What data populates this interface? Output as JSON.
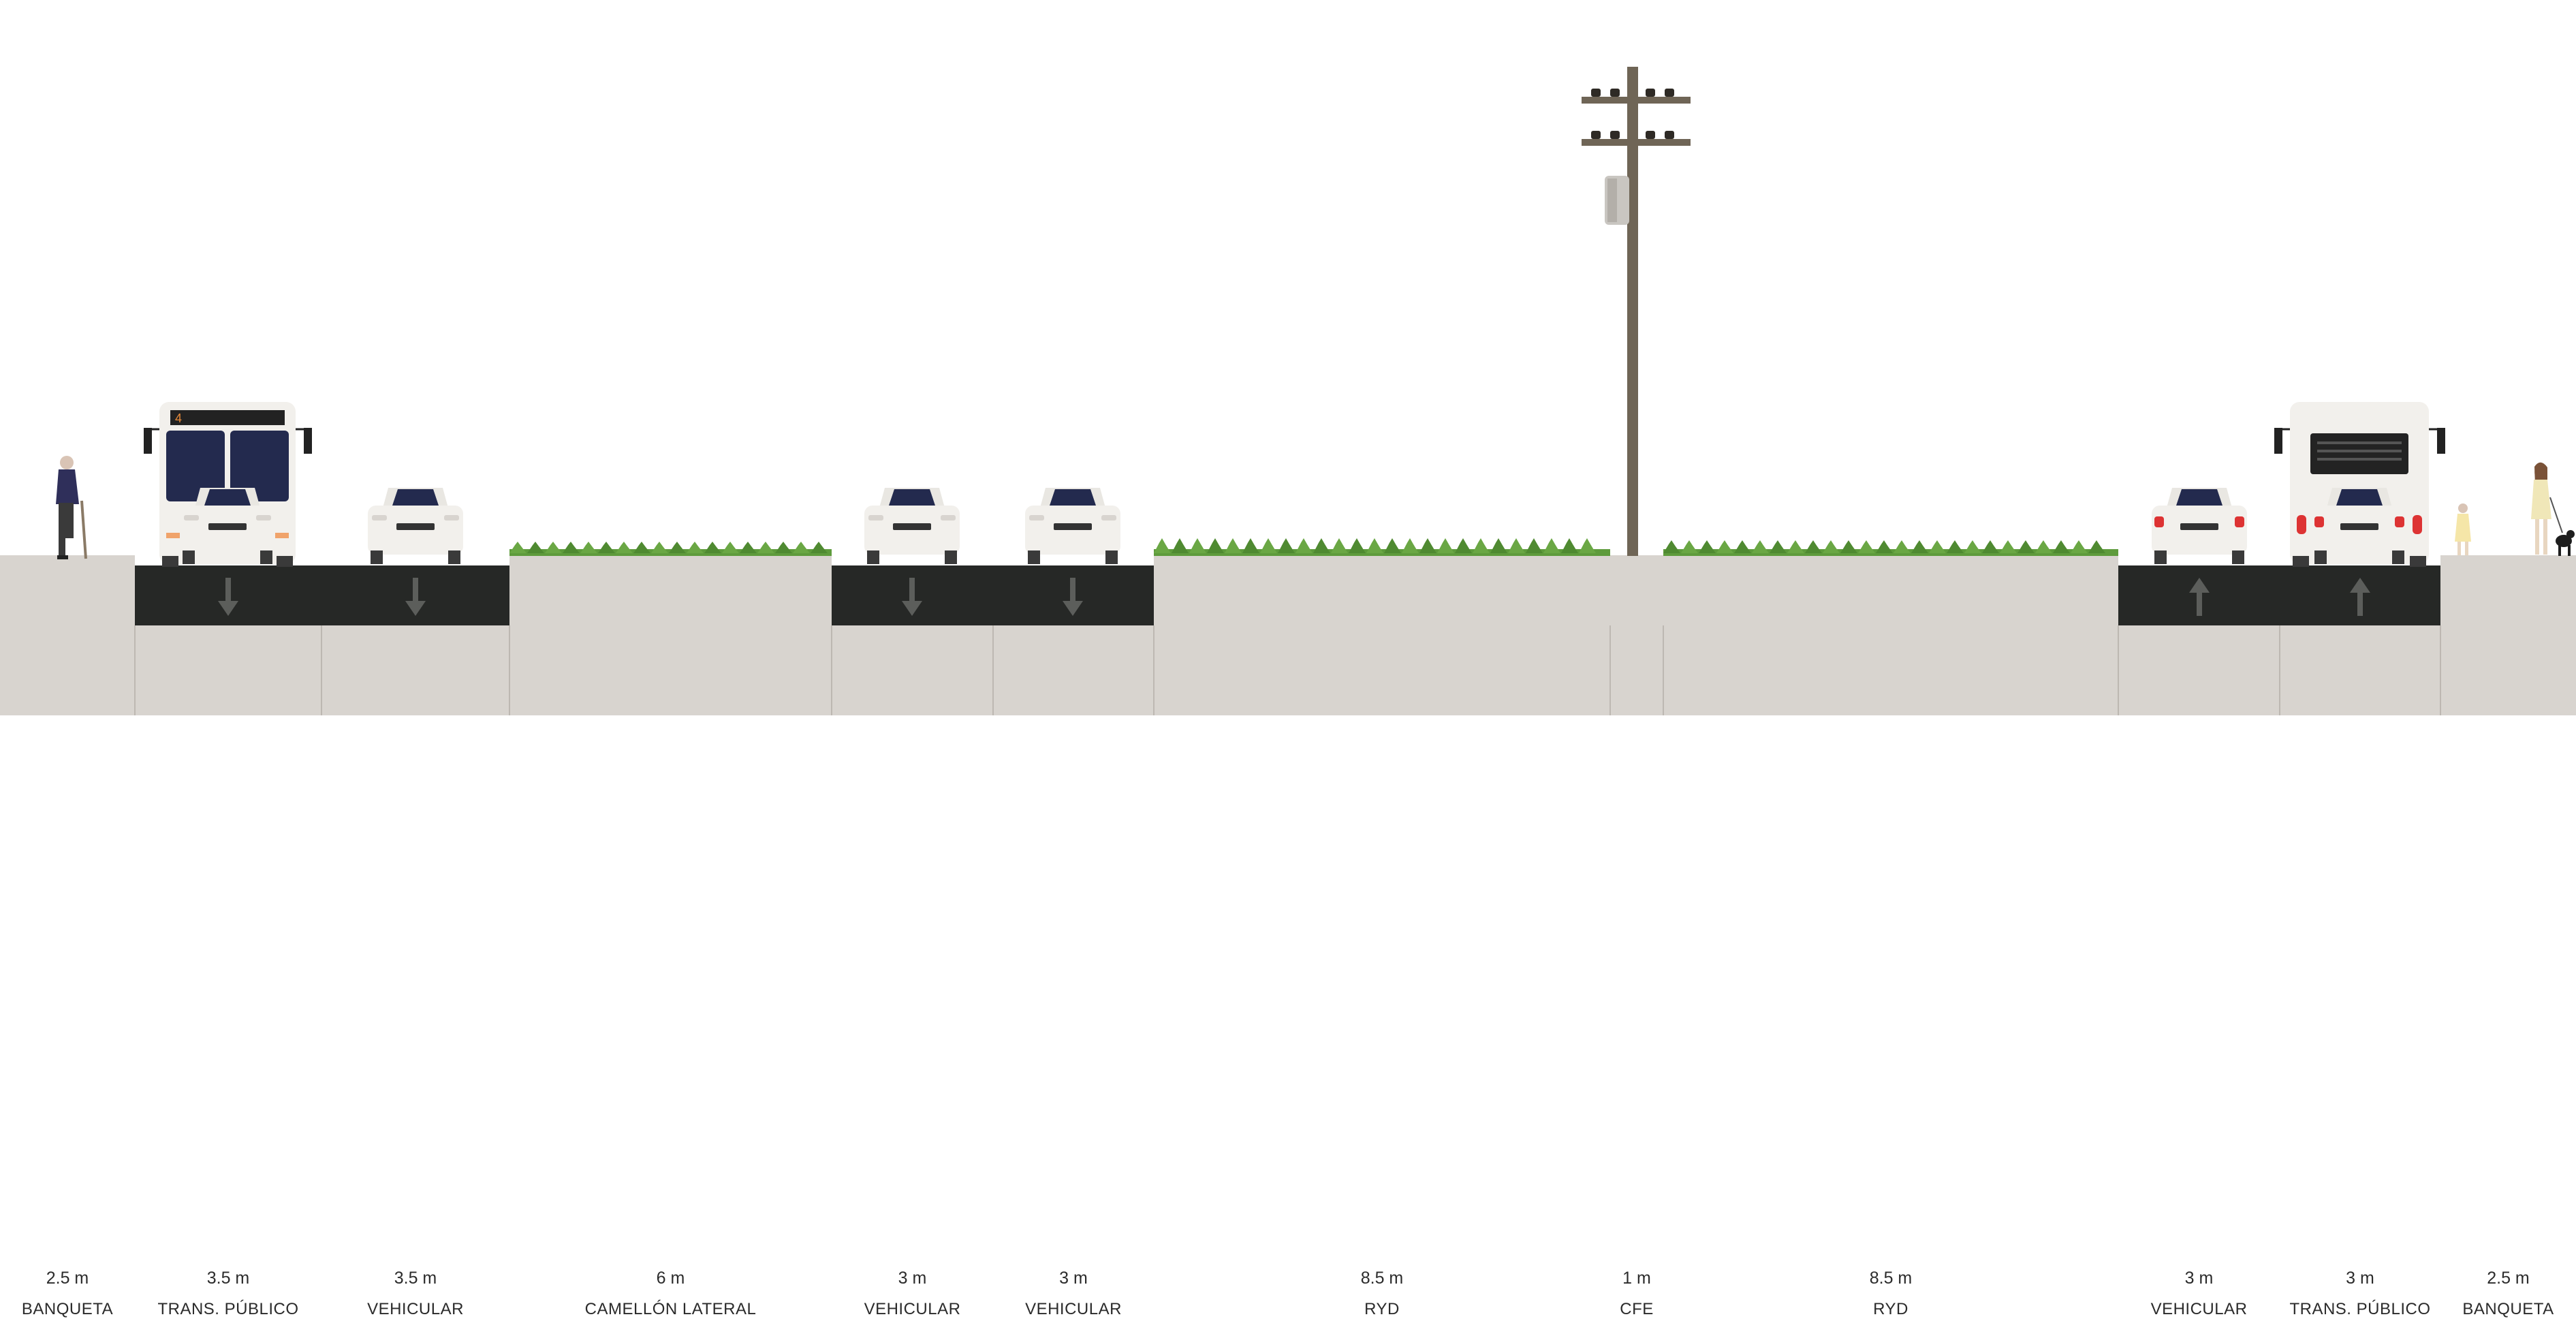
{
  "segments": [
    {
      "width": "2.5 m",
      "name": "BANQUETA",
      "type": "sidewalk"
    },
    {
      "width": "3.5 m",
      "name": "TRANS. PÚBLICO",
      "type": "bus-lane",
      "direction": "down"
    },
    {
      "width": "3.5 m",
      "name": "VEHICULAR",
      "type": "car-lane",
      "direction": "down"
    },
    {
      "width": "6 m",
      "name": "CAMELLÓN LATERAL",
      "type": "median"
    },
    {
      "width": "3 m",
      "name": "VEHICULAR",
      "type": "car-lane",
      "direction": "down"
    },
    {
      "width": "3 m",
      "name": "VEHICULAR",
      "type": "car-lane",
      "direction": "down"
    },
    {
      "width": "8.5 m",
      "name": "RYD",
      "type": "median"
    },
    {
      "width": "1 m",
      "name": "CFE",
      "type": "utility-strip"
    },
    {
      "width": "8.5 m",
      "name": "RYD",
      "type": "median"
    },
    {
      "width": "3 m",
      "name": "VEHICULAR",
      "type": "car-lane",
      "direction": "up"
    },
    {
      "width": "3 m",
      "name": "TRANS. PÚBLICO",
      "type": "bus-lane",
      "direction": "up"
    },
    {
      "width": "2.5 m",
      "name": "BANQUETA",
      "type": "sidewalk"
    }
  ],
  "bus_route_sign": "4",
  "colors": {
    "sidewalk": "#d8d4cf",
    "asphalt": "#262826",
    "grass": "#5e9b3c",
    "lane_arrow": "#5c5e5b",
    "pole": "#6f6556",
    "vehicle_body": "#f2f0ec",
    "windshield": "#232a4e"
  }
}
